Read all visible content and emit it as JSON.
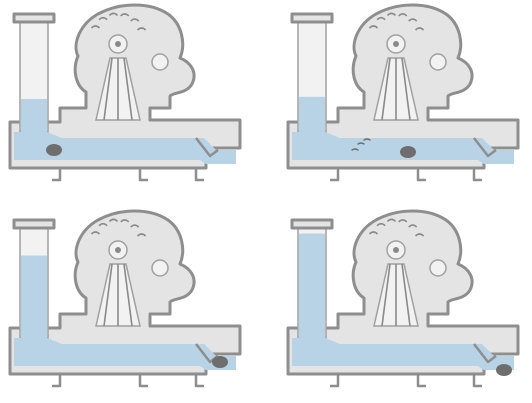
{
  "figure": {
    "panels": [
      {
        "id": "stage-1",
        "column_level": 0.3,
        "blob": "inlet",
        "drips": false
      },
      {
        "id": "stage-2",
        "column_level": 0.32,
        "blob": "center",
        "drips": true
      },
      {
        "id": "stage-3",
        "column_level": 0.75,
        "blob": "outlet",
        "drips": false
      },
      {
        "id": "stage-4",
        "column_level": 0.95,
        "blob": "outlet-low",
        "drips": false
      }
    ],
    "colors": {
      "water": "#b9d3e6",
      "housing": "#e4e4e4",
      "outline": "#8e8e8e",
      "blob": "#6e6e6e"
    }
  }
}
